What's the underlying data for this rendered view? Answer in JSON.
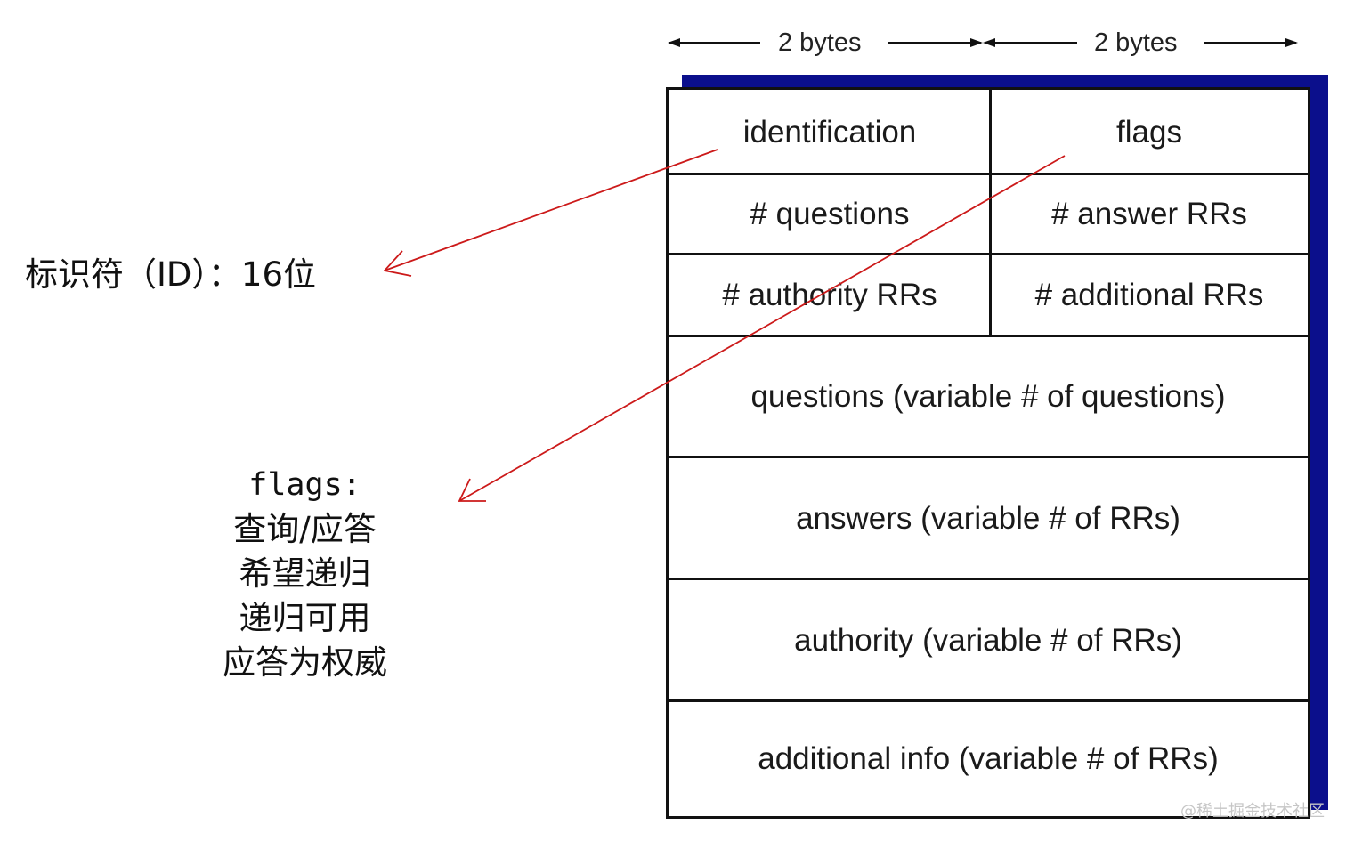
{
  "header": {
    "left_width_label": "2 bytes",
    "right_width_label": "2 bytes"
  },
  "table": {
    "rows": [
      [
        "identification",
        "flags"
      ],
      [
        "# questions",
        "# answer RRs"
      ],
      [
        "# authority RRs",
        "# additional RRs"
      ]
    ],
    "sections": [
      "questions (variable # of questions)",
      "answers (variable # of RRs)",
      "authority (variable # of RRs)",
      "additional info (variable # of RRs)"
    ]
  },
  "annotations": {
    "id_note": "标识符（ID）：16位",
    "flags_title": "flags:",
    "flags_items": [
      "查询/应答",
      "希望递归",
      "递归可用",
      "应答为权威"
    ]
  },
  "colors": {
    "arrow": "#cc1a1a",
    "table_shadow": "#0b0f8c",
    "border": "#111111"
  },
  "watermark": "@稀土掘金技术社区"
}
